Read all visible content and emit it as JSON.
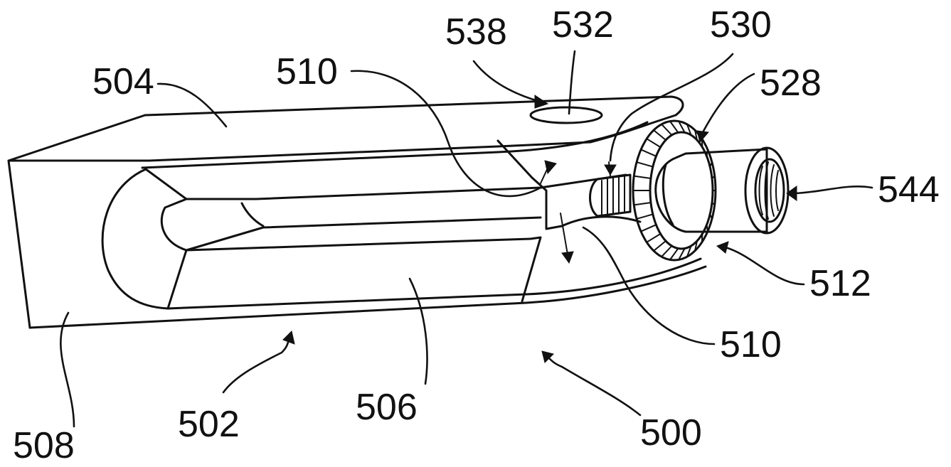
{
  "figure": {
    "reference_numerals": {
      "r500": "500",
      "r502": "502",
      "r504": "504",
      "r506": "506",
      "r508": "508",
      "r510_top": "510",
      "r510_bottom": "510",
      "r512": "512",
      "r528": "528",
      "r530": "530",
      "r532": "532",
      "r538": "538",
      "r544": "544"
    }
  }
}
